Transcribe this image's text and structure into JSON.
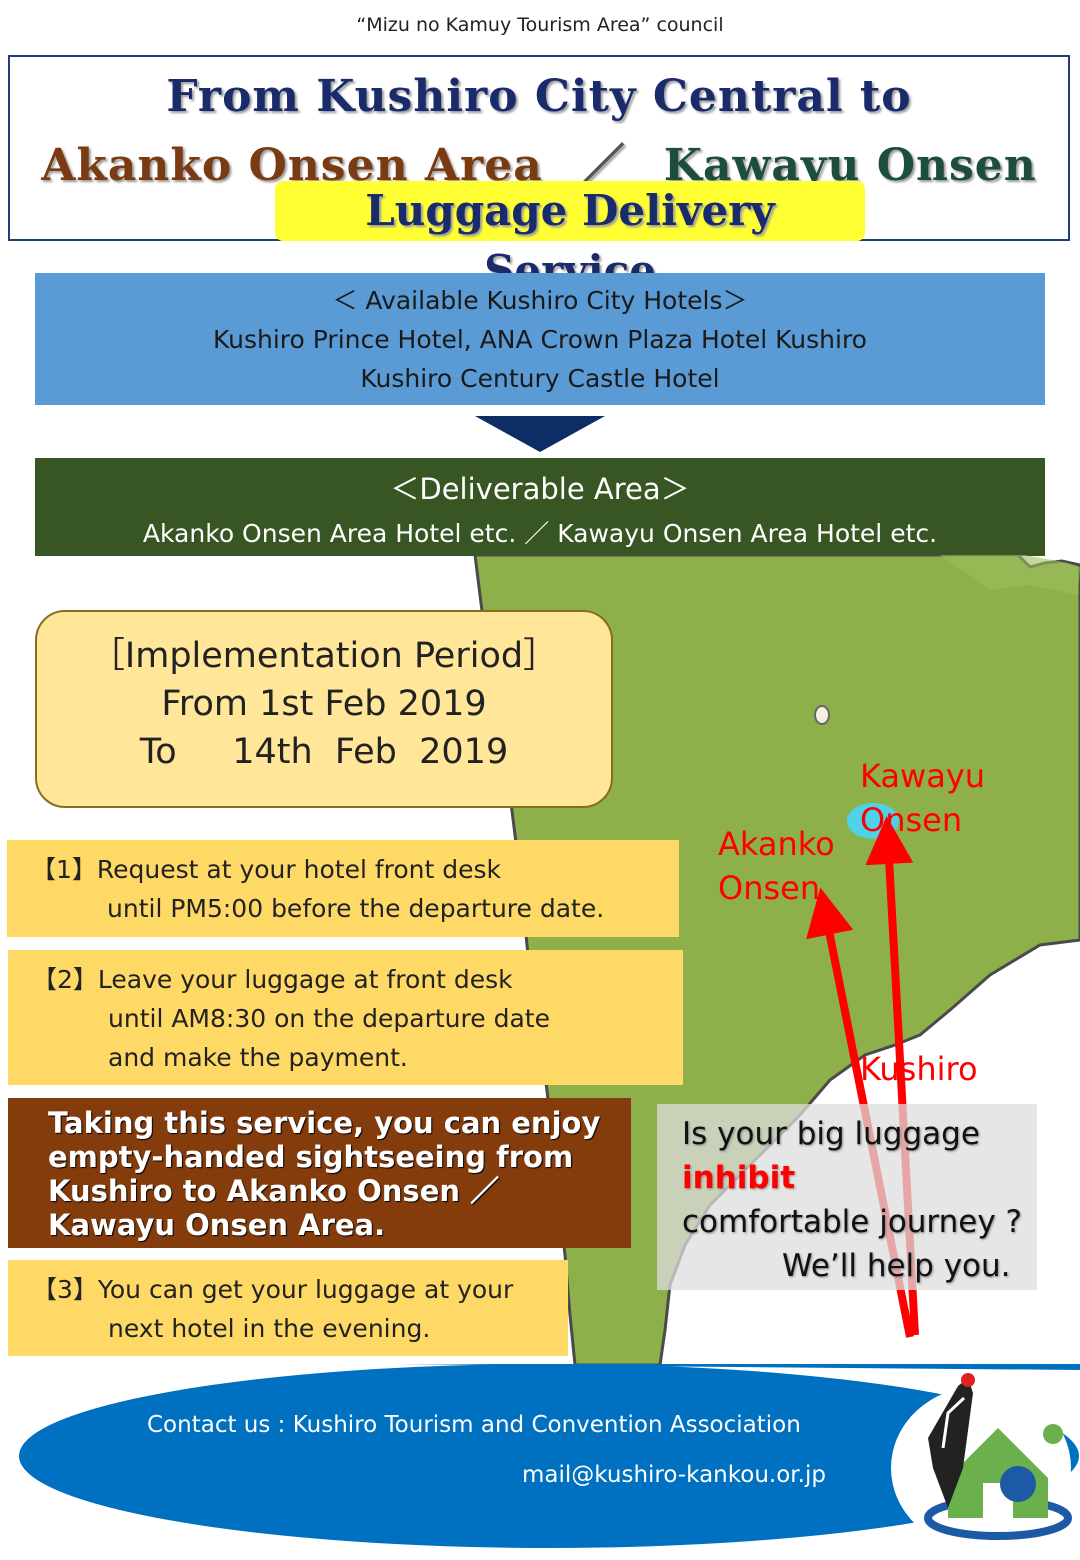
{
  "council": "“Mizu no Kamuy Tourism Area” council",
  "title": {
    "line1": "From Kushiro City Central to",
    "line2_left": "Akanko Onsen Area",
    "line2_sep": "／",
    "line2_right": "Kawayu Onsen Area",
    "line3": "Luggage Delivery Service"
  },
  "hotels": {
    "heading": "＜ Available Kushiro  City Hotels＞",
    "line1": "Kushiro  Prince  Hotel,   ANA  Crown  Plaza  Hotel  Kushiro",
    "line2": "Kushiro  Century  Castle  Hotel"
  },
  "deliverable": {
    "heading": "＜Deliverable  Area＞",
    "areas": "Akanko Onsen Area  Hotel  etc.  ／    Kawayu  Onsen  Area  Hotel  etc."
  },
  "period": {
    "heading": "［Implementation Period］",
    "from": "From  1st  Feb  2019",
    "to": "To     14th  Feb  2019"
  },
  "steps": {
    "s1_a": "【1】Request at your hotel front desk",
    "s1_b": "until  PM5:00 before the departure date.",
    "s2_a": "【2】Leave your luggage at front desk",
    "s2_b": "until  AM8:30 on the departure date",
    "s2_c": "and make the payment.",
    "s3_a": "【3】You can get your luggage at your",
    "s3_b": "next hotel in the evening."
  },
  "highlight": {
    "l1": " Taking this service, you can enjoy",
    "l2": " empty-handed  sightseeing from",
    "l3": "Kushiro to Akanko Onsen ／",
    "l4": " Kawayu Onsen Area."
  },
  "promo": {
    "l1": "Is  your  big  luggage",
    "l2": "inhibit",
    "l3": "comfortable  journey ?",
    "l4": "We’ll  help  you."
  },
  "map": {
    "kawayu": "Kawayu Onsen",
    "akanko": "Akanko Onsen",
    "kushiro": "Kushiro"
  },
  "footer": {
    "contact": "Contact us :    Kushiro  Tourism  and  Convention Association",
    "mail": "mail@kushiro-kankou.or.jp"
  },
  "colors": {
    "map_green": "#8db04b",
    "arrow_red": "#ff0000",
    "footer_blue": "#0070c0",
    "hotel_blue": "#5b9bd5",
    "deliver_green": "#375623",
    "step_yellow": "#ffd966",
    "highlight_brown": "#843c0c"
  }
}
